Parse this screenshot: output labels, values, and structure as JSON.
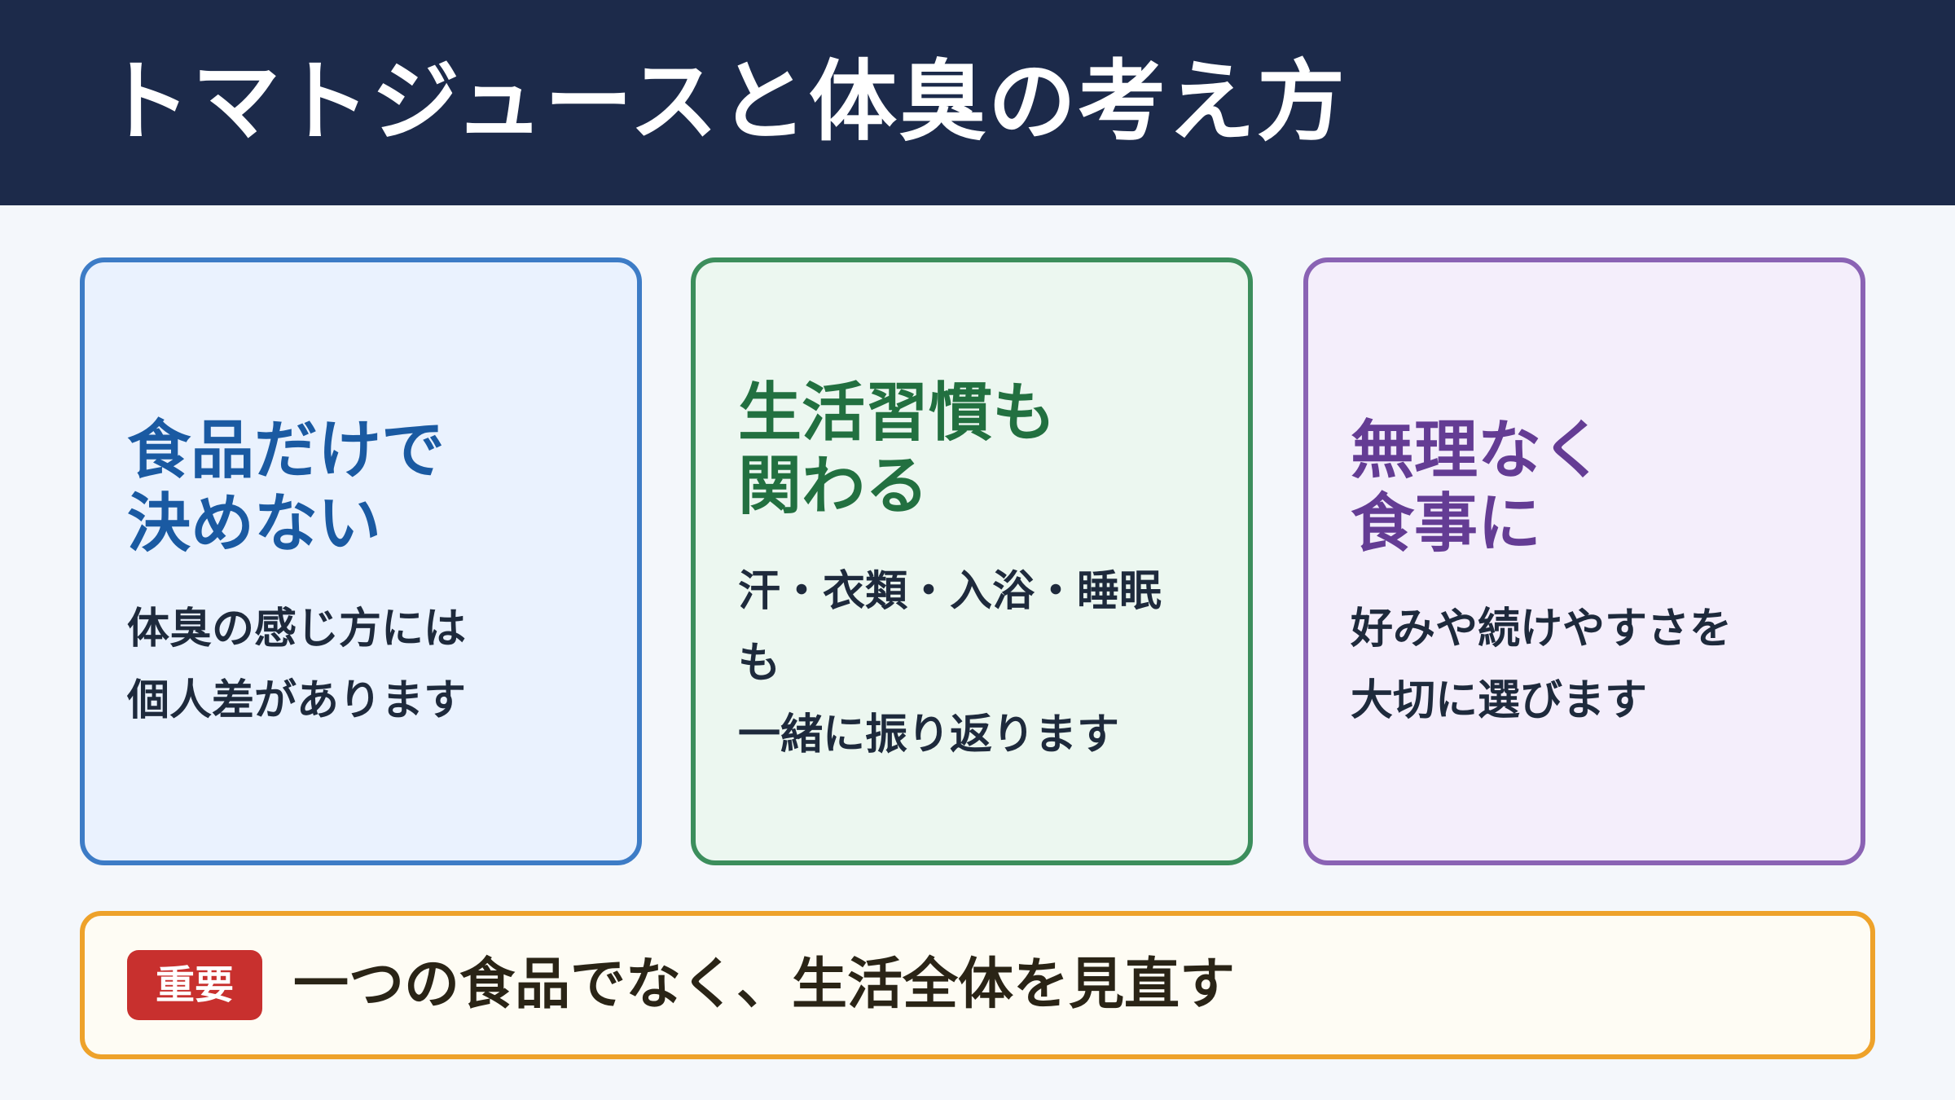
{
  "header": {
    "title": "トマトジュースと体臭の考え方"
  },
  "cards": [
    {
      "heading": "食品だけで\n決めない",
      "body": "体臭の感じ方には\n個人差があります"
    },
    {
      "heading": "生活習慣も\n関わる",
      "body": "汗・衣類・入浴・睡眠\nも\n一緒に振り返ります"
    },
    {
      "heading": "無理なく\n食事に",
      "body": "好みや続けやすさを\n大切に選びます"
    }
  ],
  "banner": {
    "badge": "重要",
    "text": "一つの食品でなく、生活全体を見直す"
  },
  "colors": {
    "header_bg": "#1c2a4a",
    "card1_accent": "#1a5aa2",
    "card2_accent": "#227040",
    "card3_accent": "#643c94",
    "badge_bg": "#c8302e",
    "banner_border": "#eea22a"
  }
}
